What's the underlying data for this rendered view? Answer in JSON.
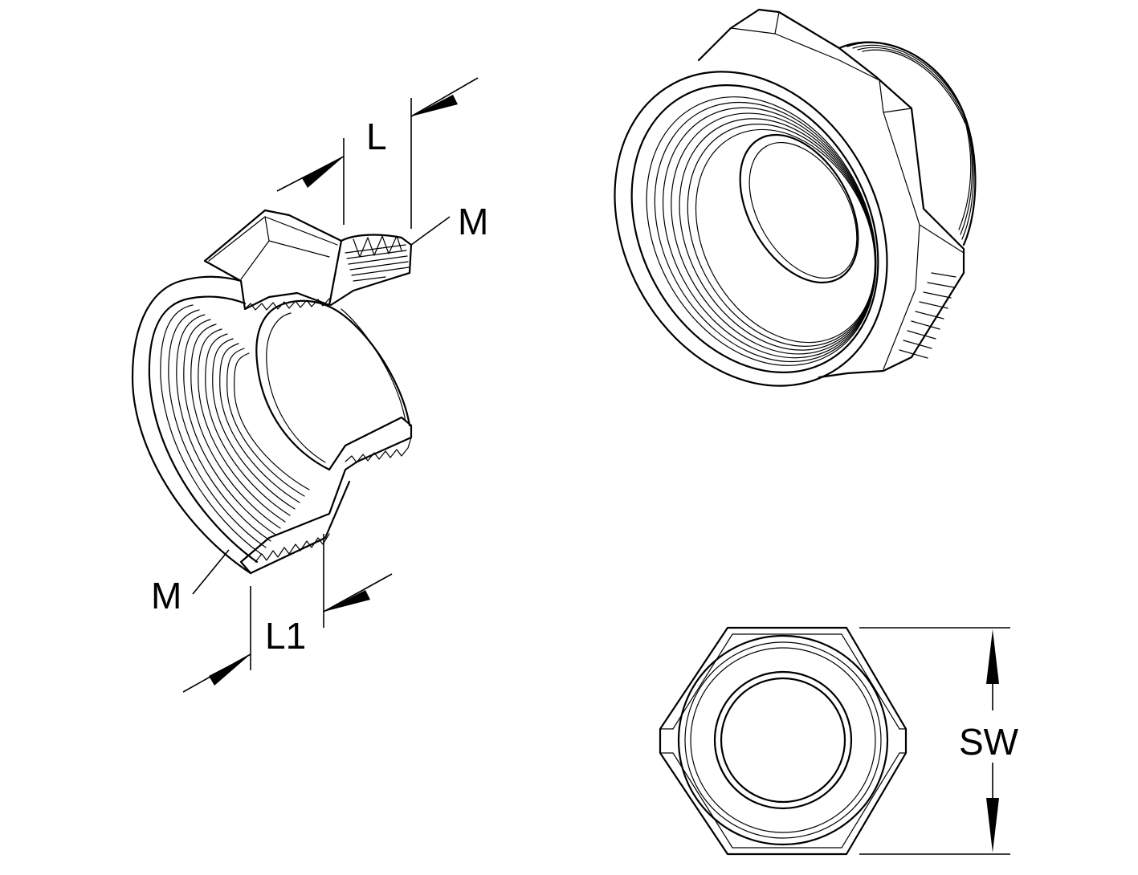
{
  "drawing": {
    "line_color": "#000000",
    "background": "#ffffff",
    "labels": {
      "thread_top": "M",
      "thread_bottom": "M",
      "length": "L",
      "length_inner": "L1",
      "wrench_size": "SW"
    }
  }
}
